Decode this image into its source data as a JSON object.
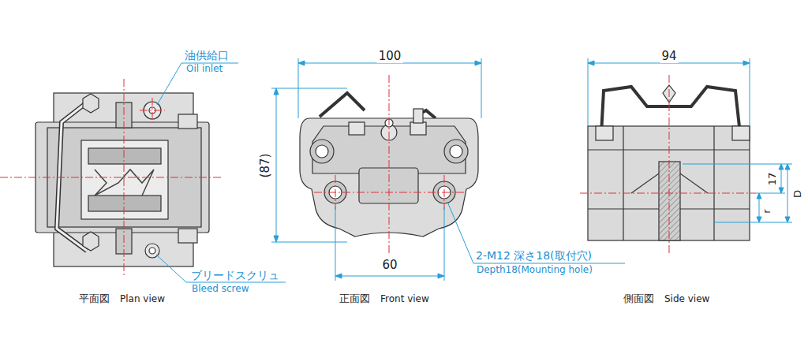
{
  "diagram": {
    "labels": [
      "油供給口",
      "Oil inlet",
      "100",
      "94",
      "(87)",
      "17",
      "D",
      "r",
      "60",
      "2-M12 深さ18(取付穴)",
      "Depth18(Mounting hole)",
      "ブリードスクリュ",
      "Bleed screw",
      "平面図",
      "Plan view",
      "正面図",
      "Front view",
      "側面図",
      "Side view"
    ]
  }
}
